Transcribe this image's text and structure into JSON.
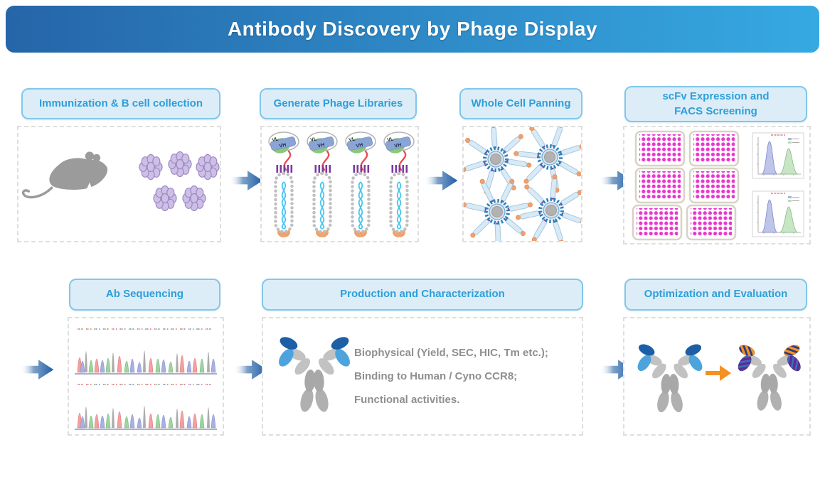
{
  "header": {
    "title": "Antibody Discovery by Phage Display"
  },
  "steps": {
    "immunization": {
      "label": "Immunization & B cell collection"
    },
    "phage_libraries": {
      "label": "Generate Phage Libraries"
    },
    "panning": {
      "label": "Whole Cell Panning"
    },
    "facs": {
      "label": "scFv Expression and FACS Screening"
    },
    "sequencing": {
      "label": "Ab Sequencing"
    },
    "production": {
      "label": "Production and Characterization",
      "details": [
        "Biophysical (Yield, SEC, HIC, Tm etc.);",
        "Binding to Human / Cyno CCR8;",
        "Functional activities."
      ]
    },
    "optimization": {
      "label": "Optimization and Evaluation"
    }
  },
  "phage": {
    "vl_label": "VL",
    "vh_label": "VH"
  },
  "icons": {
    "flow-arrow-icon": "blue gradient block arrow pointing right",
    "mouse-icon": "gray mouse silhouette",
    "b-cell-cluster-icon": "cluster of purple cells",
    "phage-icon": "filamentous phage displaying scFv",
    "cell-panning-icon": "cell with bound phages",
    "microplate-icon": "plate of magenta wells",
    "facs-histogram-icon": "flow-cytometry histogram, blue and green peaks",
    "chromatogram-icon": "Sanger sequencing trace",
    "antibody-icon": "IgG antibody, blue variable domains",
    "antibody-optimized-icon": "IgG antibody, striped orange/purple variable domains",
    "orange-arrow-icon": "solid orange block arrow"
  },
  "colors": {
    "header_gradient_left": "#2565a8",
    "header_gradient_right": "#36a9e2",
    "label_bg": "#dcedf8",
    "label_border": "#82c7ea",
    "label_text": "#2e9fd8",
    "arrow_blue": "#1f5ea6",
    "accent_orange": "#f59120",
    "well_magenta": "#ea35cf",
    "detail_text_gray": "#8f8f8f"
  }
}
